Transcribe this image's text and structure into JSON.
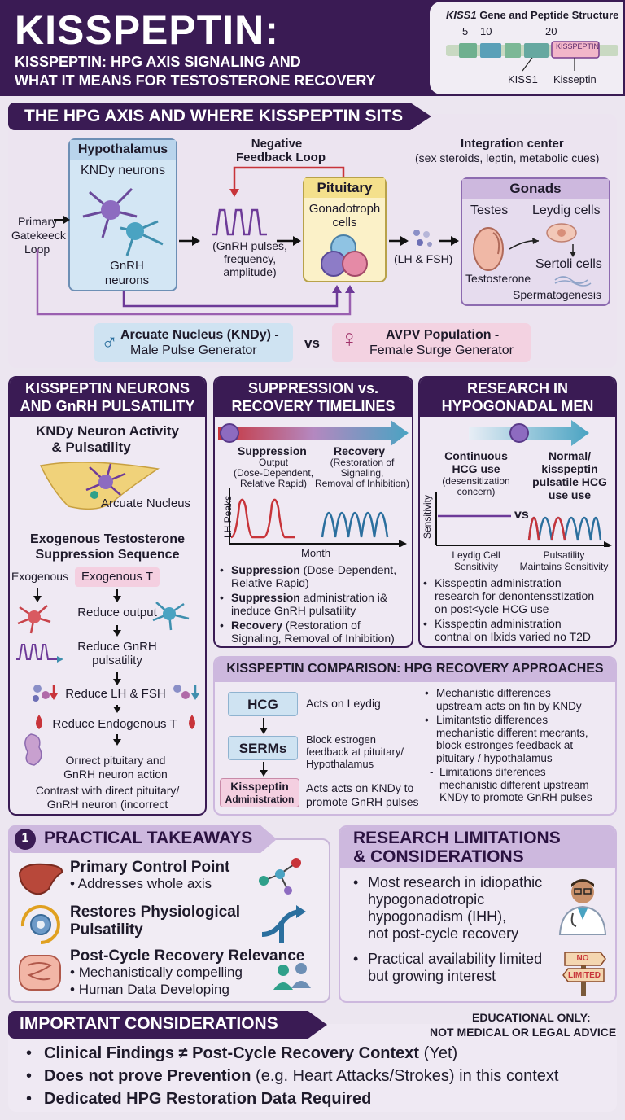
{
  "header": {
    "title": "KISSPEPTIN:",
    "subtitle_line1": "KISSPEPTIN: HPG AXIS SIGNALING AND",
    "subtitle_line2": "WHAT IT MEANS FOR TESTOSTERONE RECOVERY",
    "gene_title_italic": "KISS1",
    "gene_title_rest": " Gene and Peptide Structure",
    "gene_numbers": [
      "5",
      "10",
      "20"
    ],
    "gene_box_label": "KISSPEPTIN",
    "gene_label_kiss1": "KISS1",
    "gene_label_kisspeptin": "Kisseptin"
  },
  "hpg": {
    "banner": "THE HPG AXIS AND WHERE KISSPEPTIN SITS",
    "hypothalamus_title": "Hypothalamus",
    "kndy_label": "KNDy neurons",
    "gnrh_label_line1": "GnRH",
    "gnrh_label_line2": "neurons",
    "primary_loop_line1": "Primary",
    "primary_loop_line2": "Gatekeeck",
    "primary_loop_line3": "Loop",
    "negative_feedback_line1": "Negative",
    "negative_feedback_line2": "Feedback Loop",
    "pulses_line1": "(GnRH pulses,",
    "pulses_line2": "frequency,",
    "pulses_line3": "amplitude)",
    "pituitary_title": "Pituitary",
    "gonadotroph_line1": "Gonadotroph",
    "gonadotroph_line2": "cells",
    "lh_fsh": "(LH & FSH)",
    "integration_title": "Integration center",
    "integration_sub": "(sex steroids, leptin, metabolic cues)",
    "gonads_title": "Gonads",
    "testes": "Testes",
    "leydig": "Leydig cells",
    "sertoli": "Sertoli cells",
    "testosterone": "Testosterone",
    "spermatogenesis": "Spermatogenesis",
    "arcuate_line1": "Arcuate Nucleus (KNDy) -",
    "arcuate_line2": "Male Pulse Generator",
    "vs": "vs",
    "avpv_line1": "AVPV Population -",
    "avpv_line2": "Female Surge Generator"
  },
  "kisspeptin_neurons": {
    "title_line1": "KISSPEPTIN NEURONS",
    "title_line2": "AND GnRH PULSATILITY",
    "activity_line1": "KNDy Neuron Activity",
    "activity_line2": "& Pulsatility",
    "arcuate_label": "Arcuate Nucleus",
    "suppression_line1": "Exogenous Testosterone",
    "suppression_line2": "Suppression Sequence",
    "exogenous": "Exogenous",
    "exogenous_t": "Exogenous T",
    "steps": [
      "Reduce output",
      "Reduce GnRH",
      "pulsatility",
      "Reduce LH & FSH",
      "Reduce Endogenous T",
      "Orırect pituitary and",
      "GnRH neuron action"
    ],
    "contrast_line1": "Contrast with direct pituitary/",
    "contrast_line2": "GnRH neuron (incorrect"
  },
  "timelines": {
    "title_line1": "SUPPRESSION vs.",
    "title_line2": "RECOVERY TIMELINES",
    "suppression_label": "Suppression",
    "suppression_sub1": "Output",
    "suppression_sub2": "(Dose-Dependent,",
    "suppression_sub3": "Relative Rapid)",
    "recovery_label": "Recovery",
    "recovery_sub1": "(Restoration of",
    "recovery_sub2": "Signaling,",
    "recovery_sub3": "Removal of Inhibition)",
    "y_axis": "LH Peaks",
    "x_axis": "Month",
    "bullets": [
      {
        "bold": "Suppression",
        "rest": " (Dose-Dependent,",
        "line2": "Relative Rapid)"
      },
      {
        "bold": "Suppression",
        "rest": " administration i&",
        "line2": "ineduce GnRH pulsatility"
      },
      {
        "bold": "Recovery",
        "rest": " (Restoration of",
        "line2": "Signaling, Removal of Inhibition)"
      }
    ]
  },
  "research": {
    "title_line1": "RESEARCH IN",
    "title_line2": "HYPOGONADAL MEN",
    "continuous_line1": "Continuous",
    "continuous_line2": "HCG use",
    "continuous_sub1": "(desensitization",
    "continuous_sub2": "concern)",
    "normal_line1": "Normal/",
    "normal_line2": "kisspeptin",
    "normal_line3": "pulsatile HCG",
    "normal_line4": "use use",
    "y_axis": "Sensitivity",
    "vs": "vs",
    "leydig_line1": "Leydig Cell",
    "leydig_line2": "Sensitivity",
    "pulsatility_line1": "Pulsatility",
    "pulsatility_line2": "Maintains Sensitivity",
    "bullets": [
      [
        "Kisspeptin administration",
        "research for denontensstIzation",
        "on post<ycle HCG use"
      ],
      [
        "Kisspeptin administration",
        "contnal on Ilxids varied no T2D"
      ]
    ]
  },
  "comparison": {
    "title": "KISSPEPTIN COMPARISON: HPG RECOVERY APPROACHES",
    "hcg": "HCG",
    "hcg_desc": "Acts on Leydig",
    "serms": "SERMs",
    "serms_desc_line1": "Block estrogen",
    "serms_desc_line2": "feedback at pituitary/",
    "serms_desc_line3": "Hypothalamus",
    "kiss_line1": "Kisspeptin",
    "kiss_line2": "Administration",
    "kiss_desc_line1": "Acts  acts on KNDy to",
    "kiss_desc_line2": "promote GnRH pulses",
    "right_bullets": [
      [
        "Mechanistic differences",
        "upstream acts on fin by KNDy"
      ],
      [
        "Limitantstic differences",
        "mechanistic different mecrants,",
        "block estronges feedback at",
        "pituitary / hypothalamus"
      ]
    ],
    "dash_item": [
      "Limitations diferences",
      "mechanistic different upstream",
      "KNDy to promote GnRH pulses"
    ]
  },
  "takeaways": {
    "number": "1",
    "title": "PRACTICAL TAKEAWAYS",
    "item1_title": "Primary Control Point",
    "item1_sub": "Addresses whole axis",
    "item2_line1": "Restores Physiological",
    "item2_line2": "Pulsatility",
    "item3_title": "Post-Cycle Recovery Relevance",
    "item3_sub1": "Mechanistically compelling",
    "item3_sub2": "Human Data Developing"
  },
  "limitations": {
    "title_line1": "RESEARCH LIMITATIONS",
    "title_line2": "& CONSIDERATIONS",
    "bullet1": [
      "Most research in idiopathic",
      "hypogonadotropic",
      "hypogonadism (IHH),",
      "not post-cycle recovery"
    ],
    "bullet2": [
      "Practical availability limited",
      "but growing interest"
    ],
    "sign_no": "NO",
    "sign_limited": "LIMITED"
  },
  "considerations": {
    "title": "IMPORTANT CONSIDERATIONS",
    "edu_line1": "EDUCATIONAL ONLY:",
    "edu_line2": "NOT MEDICAL OR LEGAL ADVICE",
    "bullet1": "Clinical Findings ≠ Post-Cycle Recovery Context",
    "bullet1_tail": " (Yet)",
    "bullet2": "Does not prove Prevention",
    "bullet2_tail": " (e.g. Heart Attacks/Strokes) in this context",
    "bullet3": "Dedicated HPG Restoration Data Required"
  },
  "colors": {
    "dark_purple": "#3a1b54",
    "panel_bg": "#efe9f3",
    "blue_box": "#d3e6f4",
    "pink_box": "#f3d2e1",
    "yellow_box": "#fbf1c8",
    "suppression_red": "#c8343a",
    "recovery_blue": "#2b6f9e"
  },
  "icons": [
    "neuron-icon",
    "liver-icon",
    "gear-icon",
    "intestine-icon",
    "molecule-icon",
    "people-icon",
    "doctor-icon",
    "signpost-icon",
    "male-icon",
    "female-icon"
  ]
}
